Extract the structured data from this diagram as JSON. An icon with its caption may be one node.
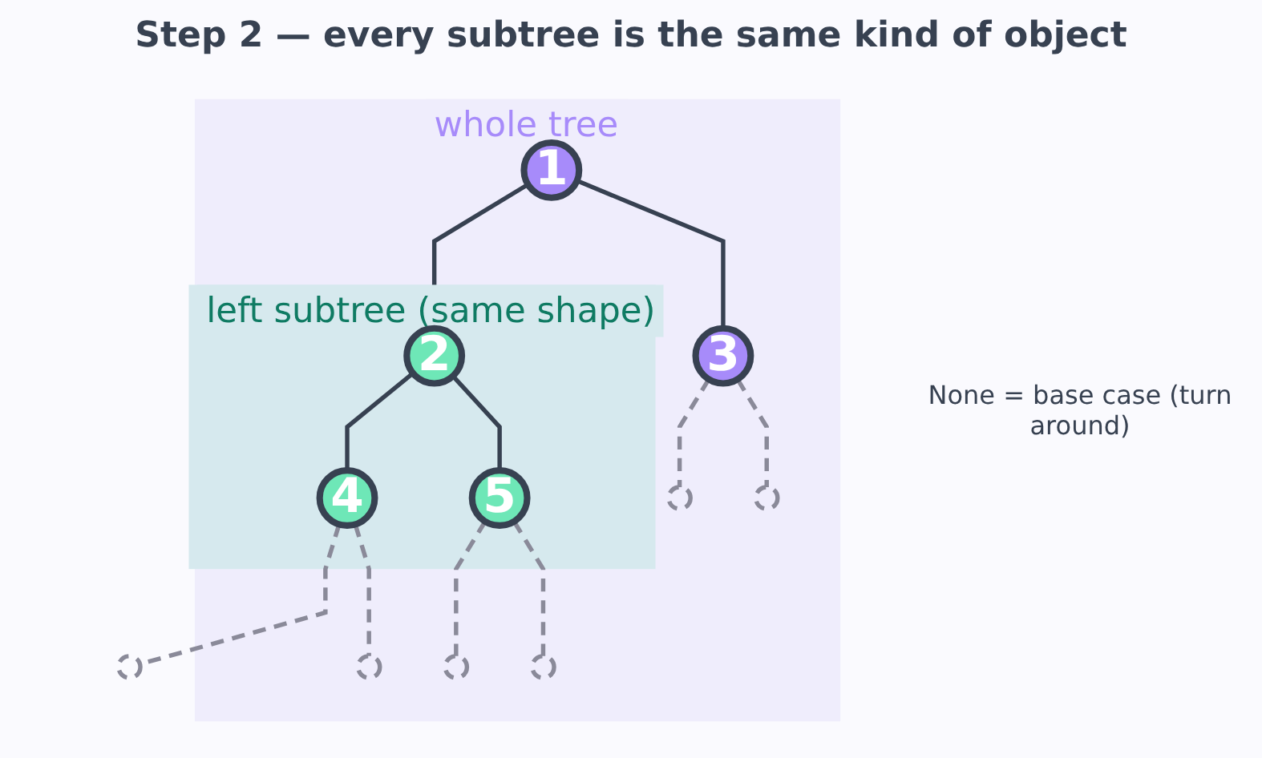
{
  "diagram": {
    "title": "Step 2 — every subtree is the same kind of object",
    "nodes": [
      {
        "text": [
          "whole tree"
        ]
      },
      {
        "text": [
          "1"
        ],
        "in": 0
      },
      {
        "text": [
          "left subtree (same shape)"
        ],
        "in": 0
      },
      {
        "text": [
          "2"
        ],
        "in": 2
      },
      {
        "text": [
          "3"
        ],
        "in": 0
      },
      {
        "text": [
          "4"
        ],
        "in": 2
      },
      {
        "text": [
          "5"
        ],
        "in": 2
      },
      {
        "text": [],
        "shape": "circle",
        "in": 0
      },
      {
        "text": [],
        "shape": "circle",
        "in": 0
      },
      {
        "text": [],
        "shape": "circle"
      },
      {
        "text": [],
        "shape": "circle",
        "in": 0
      },
      {
        "text": [],
        "shape": "circle",
        "in": 0
      },
      {
        "text": [],
        "shape": "circle",
        "in": 0
      }
    ],
    "edges": [
      {
        "from": 1,
        "to": 3,
        "arrow": "none",
        "color": "#374151"
      },
      {
        "from": 1,
        "to": 4,
        "arrow": "none",
        "color": "#374151"
      },
      {
        "from": 3,
        "to": 5,
        "arrow": "none",
        "color": "#374151"
      },
      {
        "from": 3,
        "to": 6,
        "arrow": "none",
        "color": "#374151"
      },
      {
        "from": 4,
        "to": 7,
        "arrow": "none",
        "style": "dashed"
      },
      {
        "from": 4,
        "to": 8,
        "arrow": "none",
        "style": "dashed"
      },
      {
        "from": 5,
        "to": 9,
        "arrow": "none",
        "style": "dashed"
      },
      {
        "from": 5,
        "to": 10,
        "arrow": "none",
        "style": "dashed"
      },
      {
        "from": 6,
        "to": 11,
        "arrow": "none",
        "style": "dashed"
      },
      {
        "from": 6,
        "to": 12,
        "arrow": "none",
        "style": "dashed"
      }
    ],
    "labels": [
      "None = base case (turn around)"
    ]
  }
}
